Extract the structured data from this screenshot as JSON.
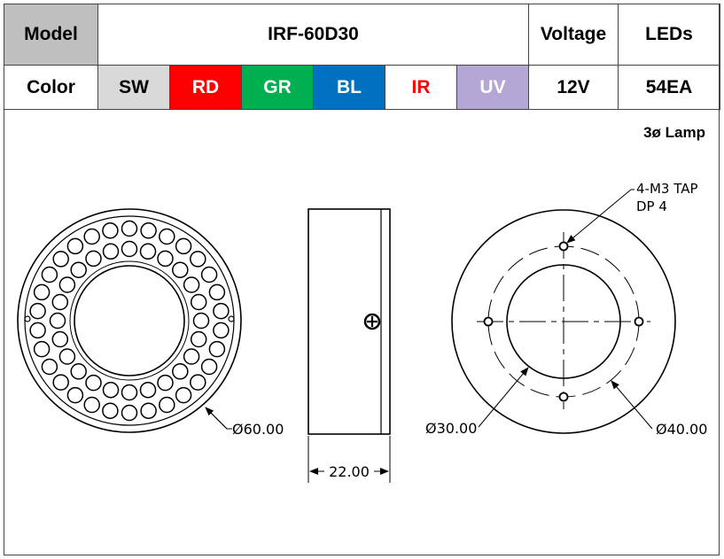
{
  "spec_table": {
    "model_label": "Model",
    "model_value": "IRF-60D30",
    "voltage_label": "Voltage",
    "leds_label": "LEDs",
    "color_label": "Color",
    "colors": [
      {
        "label": "SW",
        "bg": "#d9d9d9",
        "fg": "#000000"
      },
      {
        "label": "RD",
        "bg": "#ff0000",
        "fg": "#ffffff"
      },
      {
        "label": "GR",
        "bg": "#00b050",
        "fg": "#ffffff"
      },
      {
        "label": "BL",
        "bg": "#0070c0",
        "fg": "#ffffff"
      },
      {
        "label": "IR",
        "bg": "#ffffff",
        "fg": "#ff0000"
      },
      {
        "label": "UV",
        "bg": "#b4a7d6",
        "fg": "#ffffff"
      }
    ],
    "voltage_value": "12V",
    "leds_value": "54EA"
  },
  "drawing": {
    "lamp_label": "3ø Lamp",
    "tap_note_line1": "4-M3 TAP",
    "tap_note_line2": "DP 4",
    "dim_outer": "Ø60.00",
    "dim_width": "22.00",
    "dim_inner": "Ø30.00",
    "dim_pcd": "Ø40.00"
  }
}
